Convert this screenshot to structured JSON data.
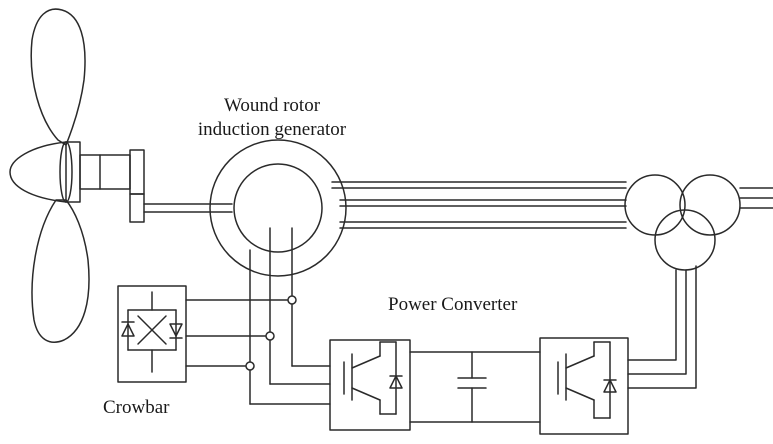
{
  "labels": {
    "generator_line1": "Wound rotor",
    "generator_line2": "induction generator",
    "power_converter": "Power Converter",
    "crowbar": "Crowbar"
  },
  "colors": {
    "line": "#2a2a2a",
    "background": "#ffffff"
  },
  "icons": {
    "turbine": "wind-turbine-blades-icon",
    "generator": "wound-rotor-generator-icon",
    "transformer": "three-winding-transformer-icon",
    "crowbar": "thyristor-crowbar-icon",
    "converter_rotor_side": "igbt-diode-switch-icon",
    "converter_grid_side": "igbt-diode-switch-icon",
    "dc_link": "capacitor-icon"
  }
}
